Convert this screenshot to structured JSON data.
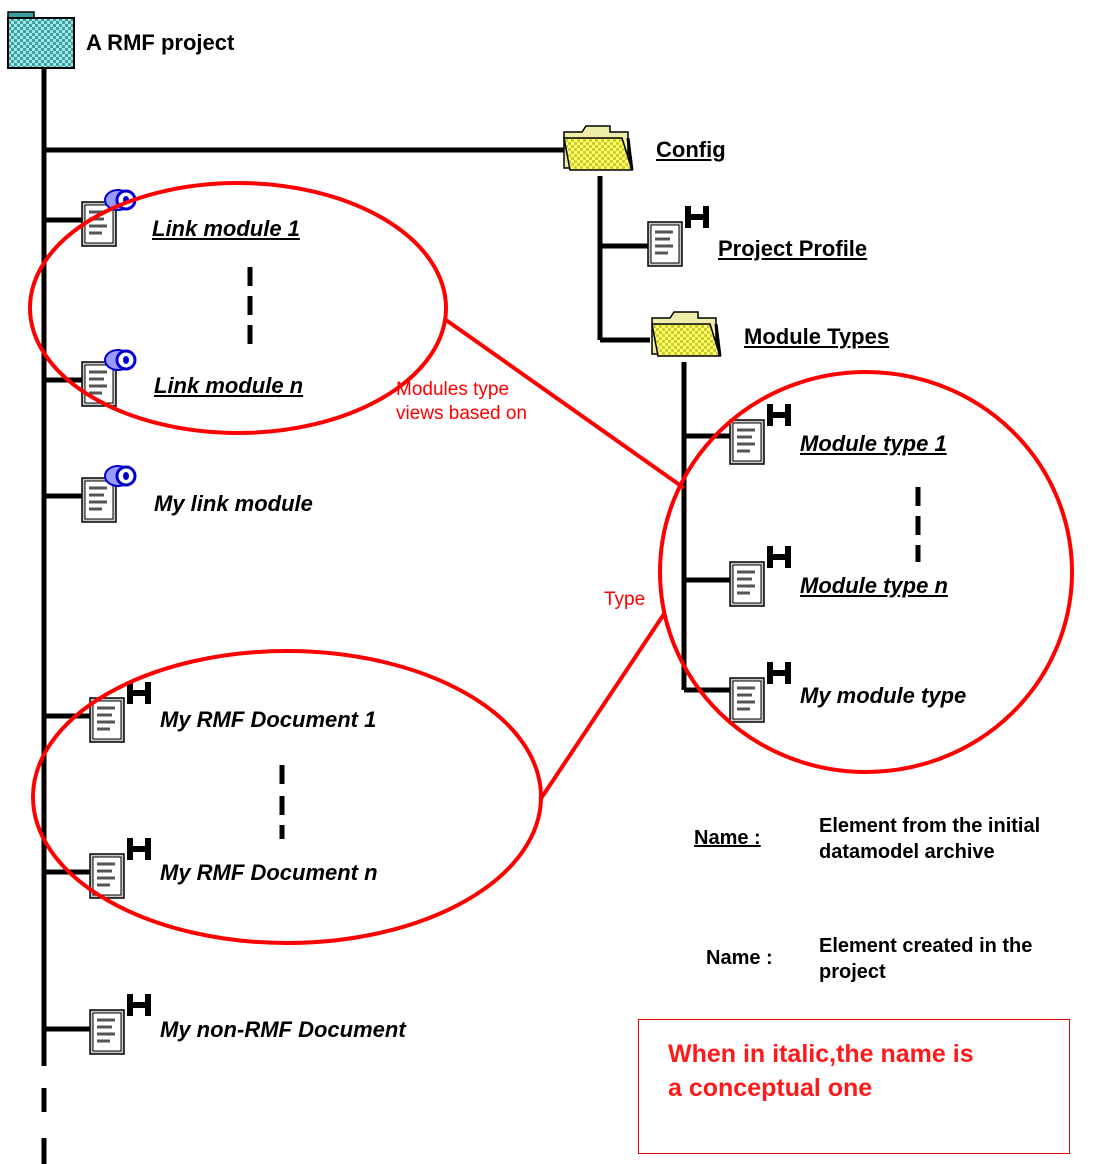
{
  "tree": {
    "root": {
      "label": "A RMF project",
      "icon": "project-folder-icon"
    },
    "config": {
      "label": "Config",
      "icon": "folder-icon",
      "children": [
        {
          "label": "Project Profile",
          "icon": "profile-document-icon"
        },
        {
          "label": "Module Types",
          "icon": "folder-icon"
        }
      ]
    },
    "module_types": [
      {
        "label": "Module type 1",
        "icon": "module-type-icon"
      },
      {
        "label": "Module type n",
        "icon": "module-type-icon"
      },
      {
        "label": "My module type",
        "icon": "module-type-icon"
      }
    ],
    "link_modules": [
      {
        "label": "Link module 1",
        "icon": "link-module-icon"
      },
      {
        "label": "Link module n",
        "icon": "link-module-icon"
      },
      {
        "label": "My link module",
        "icon": "link-module-icon"
      }
    ],
    "documents": [
      {
        "label": "My RMF Document 1",
        "icon": "rmf-document-icon"
      },
      {
        "label": "My RMF Document n",
        "icon": "rmf-document-icon"
      },
      {
        "label": "My non-RMF Document",
        "icon": "rmf-document-icon"
      }
    ]
  },
  "annotations": {
    "views_line1": "Modules type",
    "views_line2": "views based on",
    "type": "Type"
  },
  "legend": {
    "initial_name": "Name :",
    "initial_desc_line1": "Element from the initial",
    "initial_desc_line2": "datamodel archive",
    "created_name": "Name :",
    "created_desc_line1": "Element created in the",
    "created_desc_line2": "project"
  },
  "note": {
    "line1": "When in italic,the name is",
    "line2": "a conceptual one"
  },
  "colors": {
    "highlight": "#ff0000",
    "tree_line": "#000000",
    "folder_yellow": "#ffff66",
    "link_blue": "#0000cc"
  }
}
